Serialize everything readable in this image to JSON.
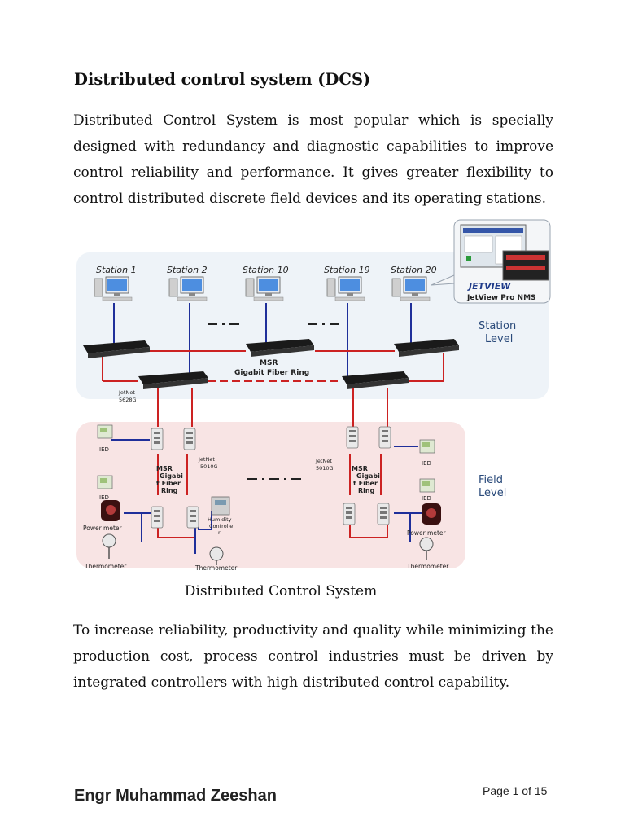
{
  "document": {
    "heading": "Distributed control system (DCS)",
    "paragraph1": "Distributed Control System is most popular which is specially designed with redundancy and diagnostic capabilities to improve control reliability and performance. It gives greater flexibility to control distributed discrete field devices and its operating stations.",
    "caption": "Distributed Control System",
    "paragraph2": "To increase reliability, productivity and quality while minimizing the production cost, process control industries must be driven by integrated controllers with high distributed control capability.",
    "footer_author": "Engr Muhammad Zeeshan",
    "footer_page": "Page 1 of 15"
  },
  "diagram": {
    "stations": [
      "Station 1",
      "Station 2",
      "Station 10",
      "Station 19",
      "Station 20"
    ],
    "jetview_logo": "JETVIEW",
    "jetview_caption": "JetView Pro NMS",
    "station_level": [
      "Station",
      "Level"
    ],
    "field_level": [
      "Field",
      "Level"
    ],
    "ring_top": [
      "MSR",
      "Gigabit Fiber Ring"
    ],
    "jetnet_5628g": [
      "JetNet",
      "5628G"
    ],
    "jetnet_5010g_left": [
      "JetNet",
      "5010G"
    ],
    "jetnet_5010g_right": [
      "JetNet",
      "5010G"
    ],
    "msr_left": [
      "MSR",
      "Gigabi",
      "t Fiber",
      "Ring"
    ],
    "msr_right": [
      "MSR",
      "Gigabi",
      "t Fiber",
      "Ring"
    ],
    "ied": "IED",
    "power_meter": "Power meter",
    "thermometer": "Thermometer",
    "humidity": [
      "Humidity",
      "Controlle",
      "r"
    ],
    "colors": {
      "ring_red": "#cc2222",
      "link_blue": "#1f2f9a",
      "field_bg": "#f8e4e4",
      "station_bg": "#eef3f8",
      "level_text": "#2a4a7a"
    }
  }
}
